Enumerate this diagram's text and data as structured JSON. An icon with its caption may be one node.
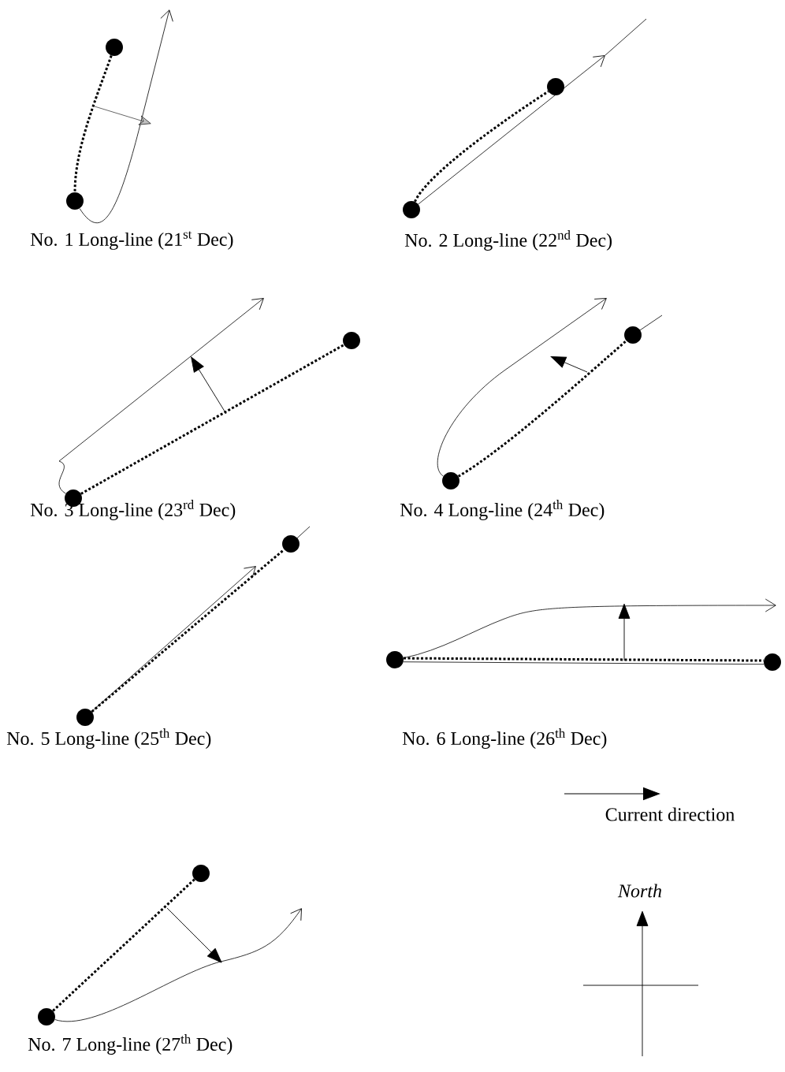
{
  "diagram": {
    "nodes": [
      {
        "text": [],
        "shape": "circle"
      },
      {
        "text": [],
        "shape": "circle"
      },
      {
        "text": [],
        "shape": "circle"
      },
      {
        "text": [],
        "shape": "circle"
      },
      {
        "text": [],
        "shape": "circle"
      },
      {
        "text": [],
        "shape": "circle"
      },
      {
        "text": [],
        "shape": "circle"
      },
      {
        "text": [],
        "shape": "circle"
      },
      {
        "text": [],
        "shape": "circle"
      },
      {
        "text": [],
        "shape": "circle"
      },
      {
        "text": [],
        "shape": "circle"
      },
      {
        "text": [],
        "shape": "circle"
      },
      {
        "text": [],
        "shape": "circle"
      },
      {
        "text": [],
        "shape": "circle"
      }
    ],
    "edges": [
      {
        "from": 0,
        "to": 1,
        "arrow": "none",
        "style": "dashed"
      },
      {
        "from": 1,
        "to": null,
        "arrow": "to"
      },
      {
        "from": 2,
        "to": 3,
        "arrow": "none",
        "style": "dashed"
      },
      {
        "from": 2,
        "to": null,
        "arrow": "to"
      },
      {
        "from": 4,
        "to": 5,
        "arrow": "none",
        "style": "dashed"
      },
      {
        "from": 4,
        "to": null,
        "arrow": "to"
      },
      {
        "from": 6,
        "to": 7,
        "arrow": "none",
        "style": "dashed"
      },
      {
        "from": 6,
        "to": null,
        "arrow": "to"
      },
      {
        "from": 8,
        "to": 9,
        "arrow": "none",
        "style": "dashed"
      },
      {
        "from": 8,
        "to": null,
        "arrow": "to"
      },
      {
        "from": 10,
        "to": 11,
        "arrow": "none",
        "style": "dashed"
      },
      {
        "from": 10,
        "to": 11,
        "arrow": "none"
      },
      {
        "from": 10,
        "to": null,
        "arrow": "to"
      },
      {
        "from": 12,
        "to": 13,
        "arrow": "none",
        "style": "dashed"
      },
      {
        "from": 12,
        "to": null,
        "arrow": "to"
      }
    ],
    "labels": [
      "No. 1 Long-line (21$^{st}$ Dec)",
      "No. 2 Long-line (22$^{nd}$ Dec)",
      "No. 3 Long-line (23$^{rd}$ Dec)",
      "No. 4 Long-line (24$^{th}$ Dec)",
      "No. 5 Long-line (25$^{th}$ Dec)",
      "No. 6 Long-line (26$^{th}$ Dec)",
      "North",
      "No. 7 Long-line (27$^{th}$ Dec)"
    ],
    "legend": [
      {
        "text": "Current direction"
      }
    ]
  }
}
